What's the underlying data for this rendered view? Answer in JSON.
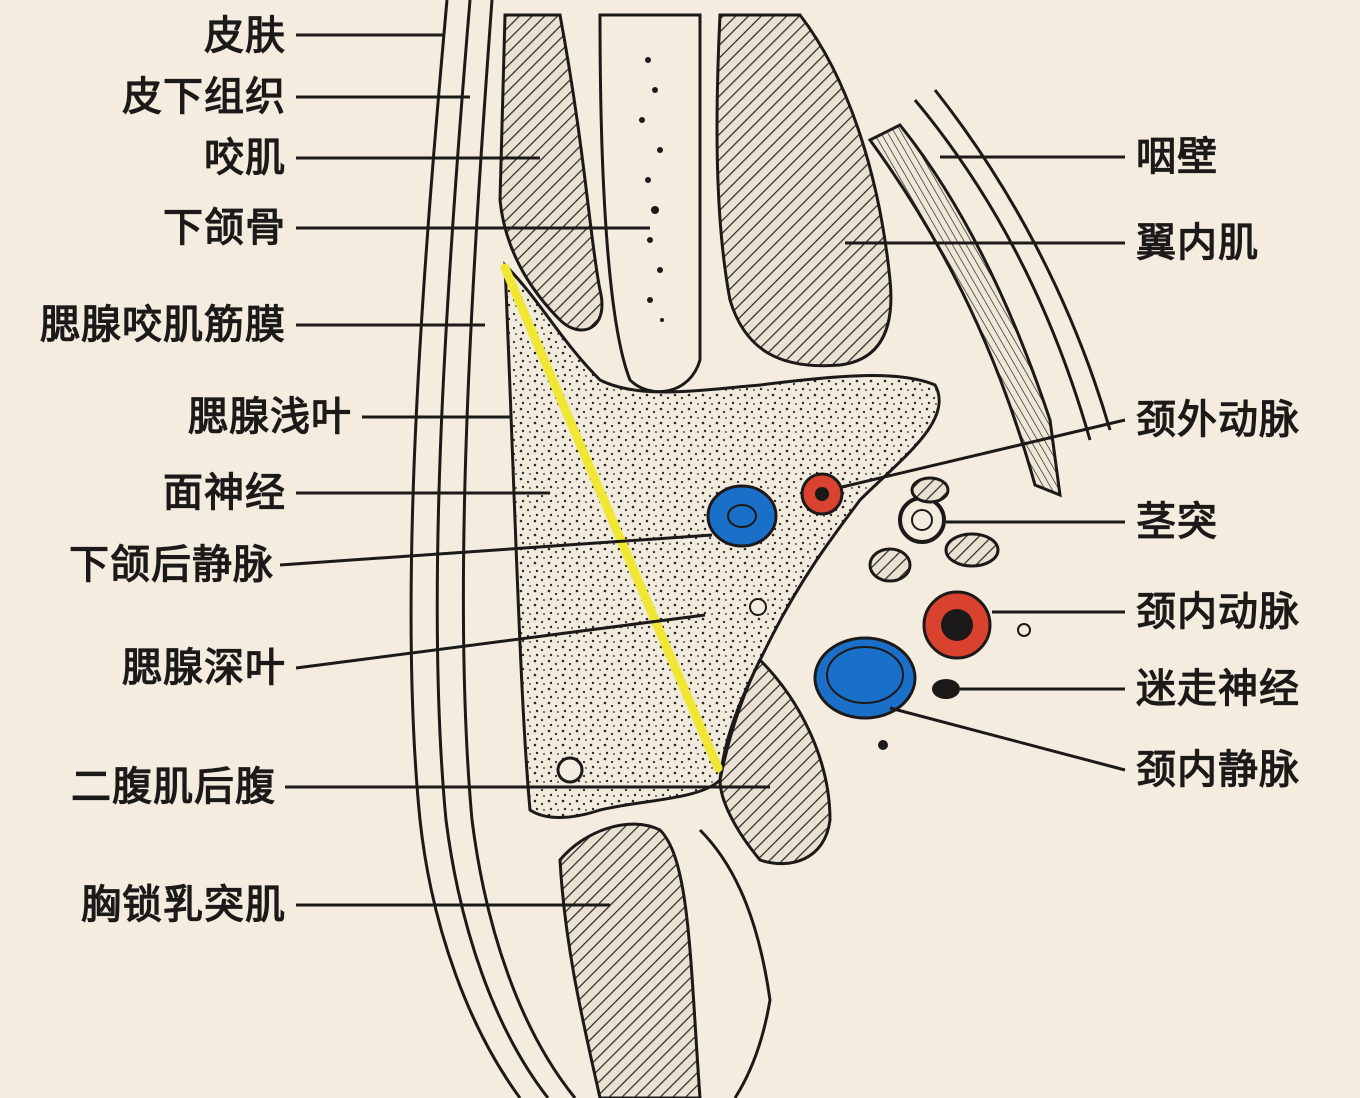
{
  "labels": {
    "skin": "皮肤",
    "subcutaneous": "皮下组织",
    "masseter": "咬肌",
    "mandible": "下颌骨",
    "parotid_fascia": "腮腺咬肌筋膜",
    "superficial_lobe": "腮腺浅叶",
    "facial_nerve": "面神经",
    "retromandibular_vein": "下颌后静脉",
    "deep_lobe": "腮腺深叶",
    "digastric": "二腹肌后腹",
    "scm": "胸锁乳突肌",
    "pharynx_wall": "咽壁",
    "medial_pterygoid": "翼内肌",
    "ext_carotid": "颈外动脉",
    "styloid": "茎突",
    "int_carotid": "颈内动脉",
    "vagus": "迷走神经",
    "int_jugular": "颈内静脉"
  },
  "colors": {
    "artery_red": "#d8422e",
    "vein_blue": "#1a6fc9",
    "nerve_yellow": "#f2e634",
    "ink": "#1c1a18",
    "paper": "#f4ecdf"
  }
}
